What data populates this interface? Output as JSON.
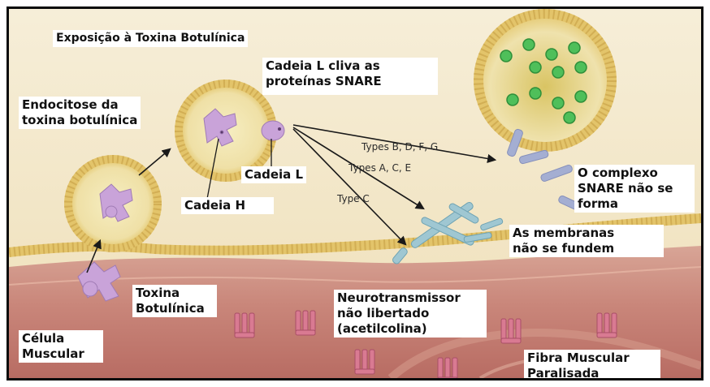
{
  "title": "Exposição à Toxina Botulínica",
  "labels": {
    "cleave_line1": "Cadeia L cliva as",
    "cleave_line2": "proteínas SNARE",
    "endo_line1": "Endocitose da",
    "endo_line2": "toxina botulínica",
    "chain_l": "Cadeia L",
    "chain_h": "Cadeia H",
    "snare_line1": "O complexo",
    "snare_line2": "SNARE não se",
    "snare_line3": "forma",
    "membranes_line1": "As membranas",
    "membranes_line2": "não se fundem",
    "toxin_line1": "Toxina",
    "toxin_line2": "Botulínica",
    "neuro_line1": "Neurotransmissor",
    "neuro_line2": "não libertado",
    "neuro_line3": "(acetilcolina)",
    "cell_line1": "Célula",
    "cell_line2": "Muscular",
    "fiber_line1": "Fibra Muscular",
    "fiber_line2": "Paralisada"
  },
  "arrow_labels": {
    "types_bdfg": "Types B, D, F, G",
    "types_ace": "Types A, C, E",
    "type_c": "Type C"
  },
  "colors": {
    "background": "#f4ead1",
    "membrane": "#e3c46a",
    "muscle": "#c9847a",
    "toxin": "#c9a3d9",
    "vesicle_dots": "#4fbf5a",
    "snare_proteins": "#9fbfcf",
    "receptors": "#d97a92"
  }
}
